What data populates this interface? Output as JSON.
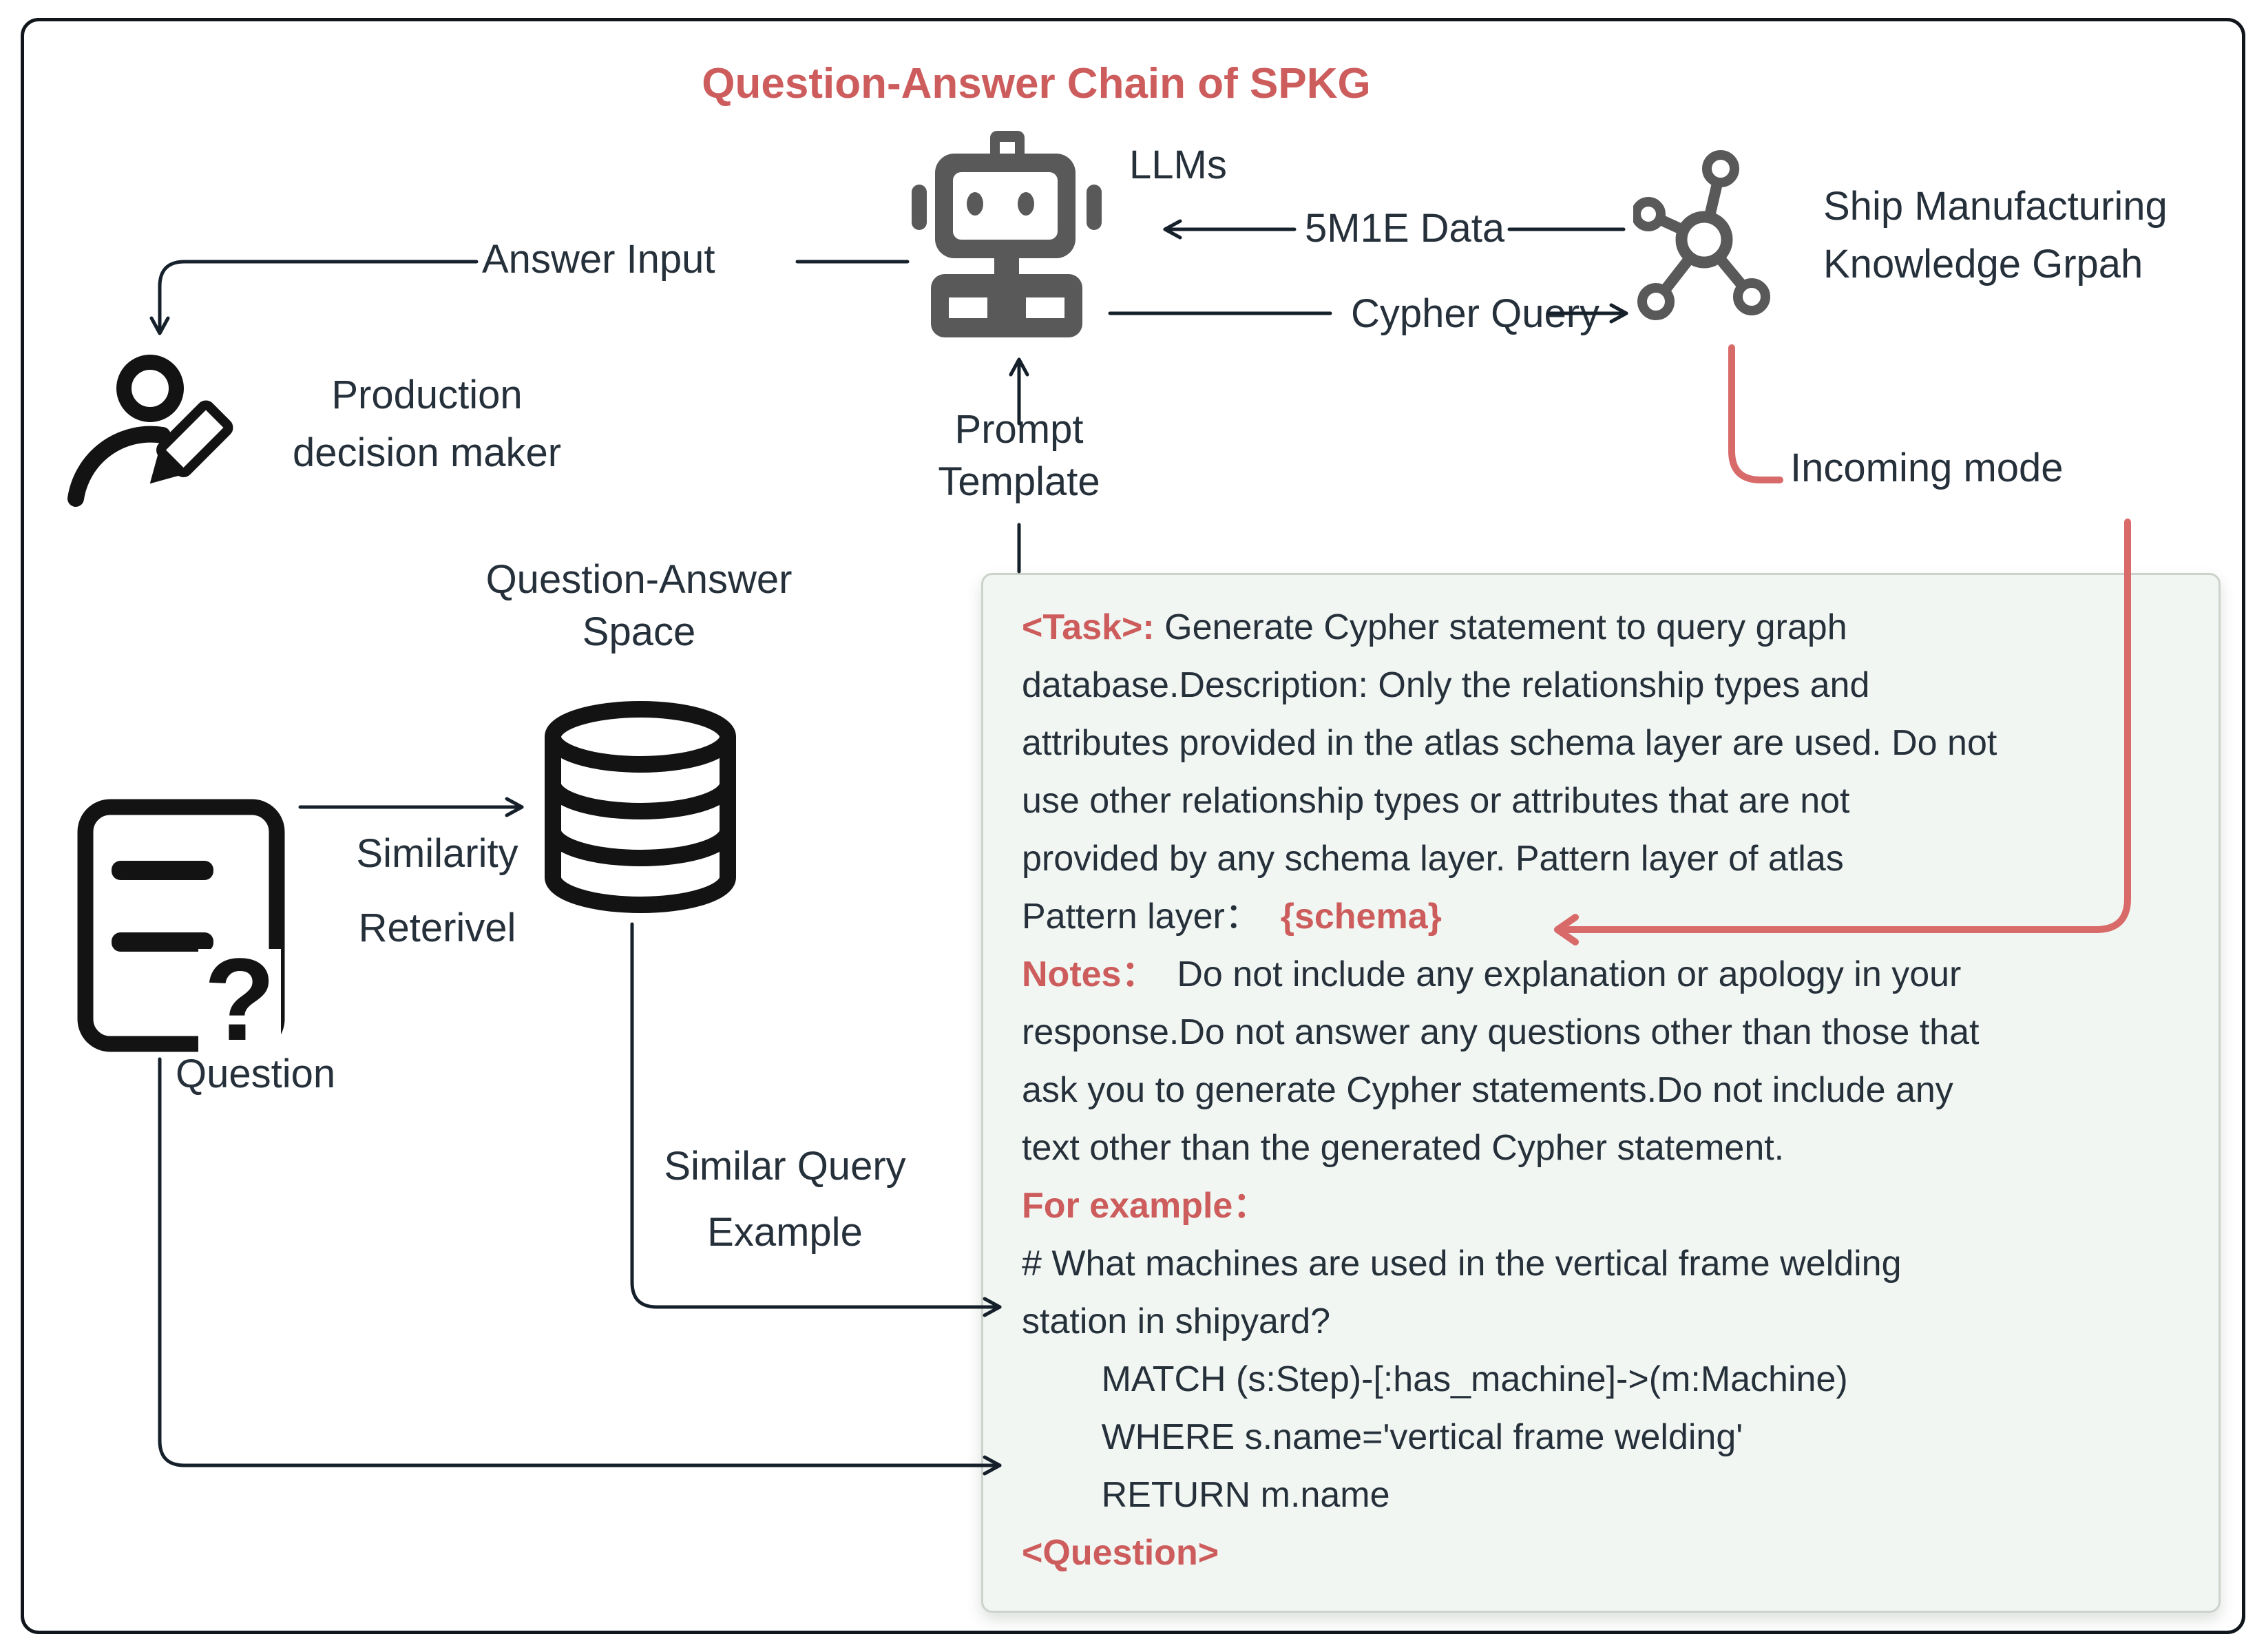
{
  "title": "Question-Answer Chain of SPKG",
  "colors": {
    "accent_red": "#cd5c5c",
    "line_red": "#d96a6a",
    "text_dark": "#25303a",
    "icon_gray": "#595959",
    "icon_black": "#131313",
    "box_bg": "#f1f6f2",
    "box_border": "#ccd3cc",
    "line_black": "#15202b"
  },
  "labels": {
    "llms": "LLMs",
    "answer_input": "Answer Input",
    "data_5m1e": "5M1E Data",
    "cypher_query": "Cypher Query",
    "ship_kg_line1": "Ship Manufacturing",
    "ship_kg_line2": "Knowledge Grpah",
    "incoming_mode": "Incoming mode",
    "production_line1": "Production",
    "production_line2": "decision maker",
    "prompt_line1": "Prompt",
    "prompt_line2": "Template",
    "qa_space_line1": "Question-Answer",
    "qa_space_line2": "Space",
    "similarity_line1": "Similarity",
    "similarity_line2": "Reterivel",
    "question": "Question",
    "similar_query_line1": "Similar Query",
    "similar_query_line2": "Example"
  },
  "icons": {
    "llm": "robot-icon",
    "decision_maker": "person-edit-icon",
    "knowledge_graph": "graph-nodes-icon",
    "question_document": "document-question-icon",
    "qa_space": "database-cylinder-icon"
  },
  "prompt_box": {
    "lines": [
      [
        {
          "t": "<Task>:",
          "red": true
        },
        {
          "t": " Generate Cypher statement to query graph"
        }
      ],
      [
        {
          "t": "database.Description: Only the relationship types and"
        }
      ],
      [
        {
          "t": "attributes provided in the atlas schema layer are used. Do not"
        }
      ],
      [
        {
          "t": "use other relationship types or attributes that are not"
        }
      ],
      [
        {
          "t": "provided by any schema layer. Pattern layer of atlas"
        }
      ],
      [
        {
          "t": "Pattern layer：  "
        },
        {
          "t": "{schema}",
          "red": true
        }
      ],
      [
        {
          "t": "Notes：",
          "red": true
        },
        {
          "t": "  Do not include any explanation or apology in your"
        }
      ],
      [
        {
          "t": "response.Do not answer any questions other than those that"
        }
      ],
      [
        {
          "t": "ask you to generate Cypher statements.Do not include any"
        }
      ],
      [
        {
          "t": "text other than the generated Cypher statement."
        }
      ],
      [
        {
          "t": "For example：",
          "red": true
        }
      ],
      [
        {
          "t": "# What machines are used in the vertical frame welding"
        }
      ],
      [
        {
          "t": "station in shipyard?"
        }
      ],
      [
        {
          "t": "        MATCH (s:Step)-[:has_machine]->(m:Machine)"
        }
      ],
      [
        {
          "t": "        WHERE s.name='vertical frame welding'"
        }
      ],
      [
        {
          "t": "        RETURN m.name"
        }
      ],
      [
        {
          "t": "<Question>",
          "red": true
        }
      ]
    ]
  }
}
